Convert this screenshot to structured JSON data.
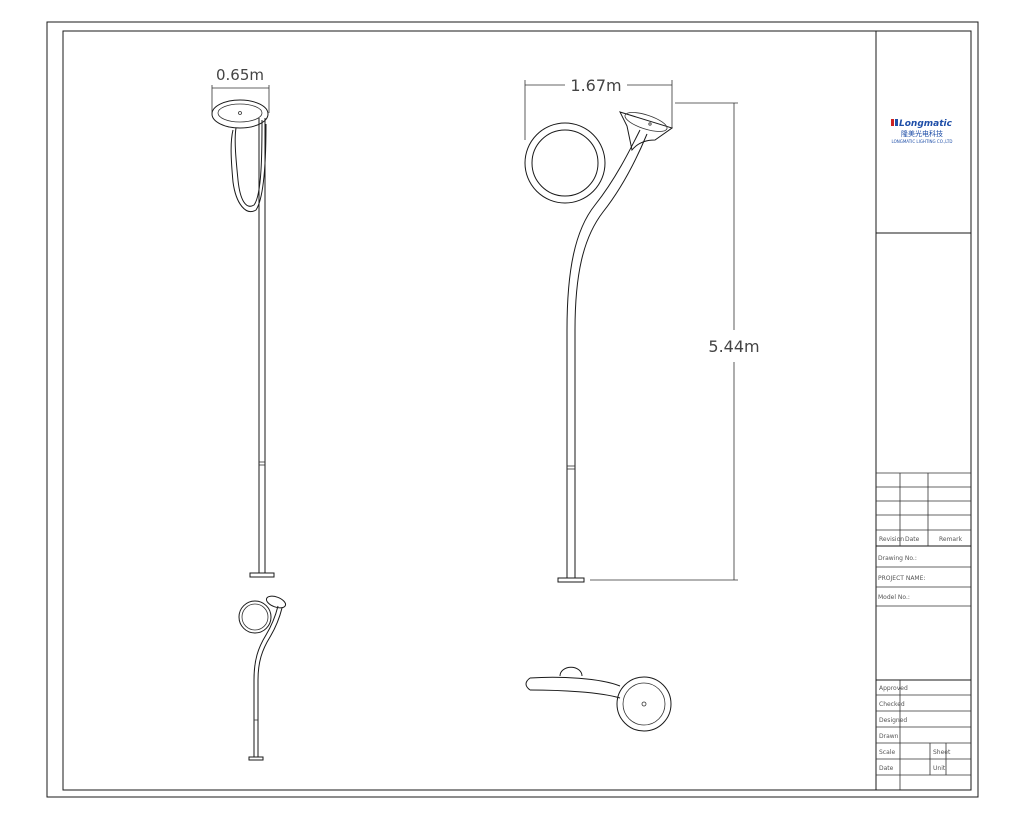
{
  "dimensions": {
    "side_width": "0.65m",
    "front_width": "1.67m",
    "height": "5.44m"
  },
  "logo": {
    "brand": "Longmatic",
    "chinese": "隆美光电科技",
    "english": "LONGMATIC LIGHTING CO.,LTD"
  },
  "colors": {
    "border": "#1a1a1a",
    "logo_blue": "#1f4fa8",
    "logo_red": "#cc2222"
  },
  "title_block": {
    "revision_headers": [
      "Revision",
      "Date",
      "Remark"
    ],
    "fields": [
      "Drawing No.:",
      "PROJECT NAME:",
      "Model No.:"
    ],
    "signoffs": [
      "Approved",
      "Checked",
      "Designed",
      "Drawn",
      "Scale",
      "Date"
    ],
    "right_labels": [
      "Sheet",
      "Unit"
    ]
  }
}
